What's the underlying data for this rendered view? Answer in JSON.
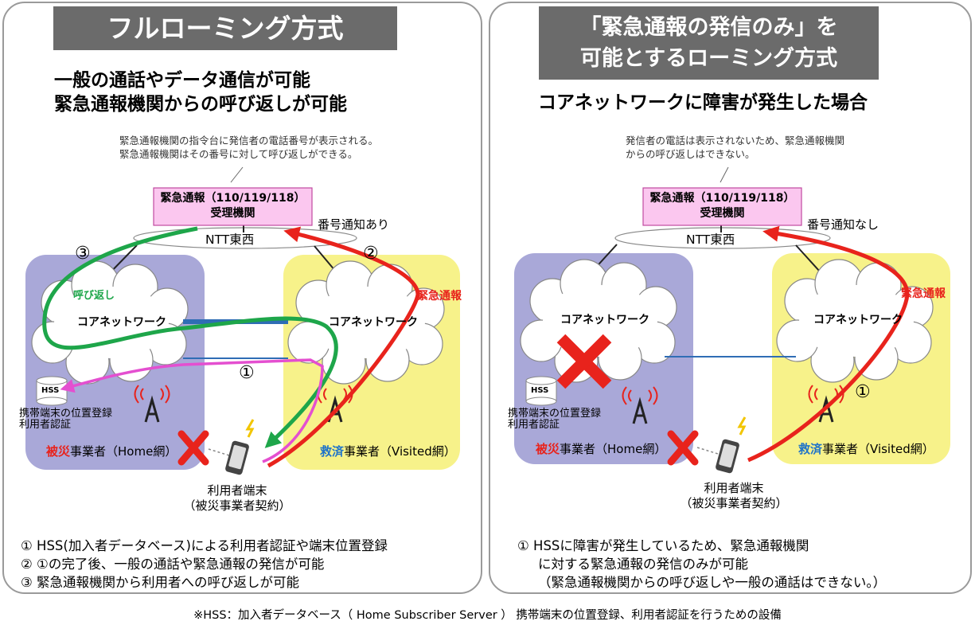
{
  "left": {
    "title": "フルローミング方式",
    "subtitle": [
      "一般の通話やデータ通信が可能",
      "緊急通報機関からの呼び返しが可能"
    ],
    "annotation": [
      "緊急通報機関の指令台に発信者の電話番号が表示される。",
      "緊急通報機関はその番号に対して呼び返しができる。"
    ],
    "center_box": [
      "緊急通報（110/119/118）",
      "受理機関"
    ],
    "ntt": "NTT東西",
    "caller_id": "番号通知あり",
    "num1": "①",
    "num2": "②",
    "num3": "③",
    "callback": "呼び返し",
    "emergency": "緊急通報",
    "core_home": "コアネットワーク",
    "core_visited": "コアネットワーク",
    "hss": "HSS",
    "hss_desc": [
      "携帯端末の位置登録",
      "利用者認証"
    ],
    "home_accent": "被災",
    "home_rest": "事業者（Home網）",
    "visited_accent": "救済",
    "visited_rest": "事業者（Visited網）",
    "user": [
      "利用者端末",
      "（被災事業者契約）"
    ],
    "footer": [
      "① HSS(加入者データベース)による利用者認証や端末位置登録",
      "② ①の完了後、一般の通話や緊急通報の発信が可能",
      "③ 緊急通報機関から利用者への呼び返しが可能"
    ]
  },
  "right": {
    "title": [
      "「緊急通報の発信のみ」を",
      "可能とするローミング方式"
    ],
    "subtitle": "コアネットワークに障害が発生した場合",
    "annotation": [
      "発信者の電話は表示されないため、緊急通報機関",
      "からの呼び返しはできない。"
    ],
    "center_box": [
      "緊急通報（110/119/118）",
      "受理機関"
    ],
    "ntt": "NTT東西",
    "caller_id": "番号通知なし",
    "num1": "①",
    "emergency": "緊急通報",
    "core_home": "コアネットワーク",
    "core_visited": "コアネットワーク",
    "hss": "HSS",
    "hss_desc": [
      "携帯端末の位置登録",
      "利用者認証"
    ],
    "home_accent": "被災",
    "home_rest": "事業者（Home網）",
    "visited_accent": "救済",
    "visited_rest": "事業者（Visited網）",
    "user": [
      "利用者端末",
      "（被災事業者契約）"
    ],
    "footer": [
      "① HSSに障害が発生しているため、緊急通報機関",
      "に対する緊急通報の発信のみが可能",
      "（緊急通報機関からの呼び返しや一般の通話はできない。）"
    ]
  },
  "bottom_note": "※HSS：加入者データベース（ Home Subscriber Server ） 携帯端末の位置登録、利用者認証を行うための設備",
  "colors": {
    "title_bg": "#6b6b6b",
    "home_net": "#a9a8d8",
    "visited_net": "#f7f28a",
    "emergency": "#e8231c",
    "callback": "#1ea64a",
    "auth": "#e44fd0",
    "center_box": "#fbc7ef",
    "accent_red": "#e8231c",
    "accent_blue": "#1f73c9"
  }
}
